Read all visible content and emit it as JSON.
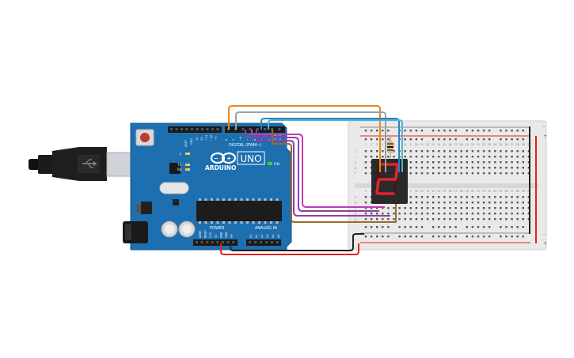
{
  "board": {
    "brand": "ARDUINO",
    "model": "UNO",
    "on_label": "ON",
    "tx_label": "TX",
    "rx_label": "RX",
    "l_label": "L",
    "digital_label": "DIGITAL (PWM~)",
    "power_label": "POWER",
    "analog_label": "ANALOG IN",
    "aref_label": "AREF",
    "gnd_label": "GND",
    "digital_pins": [
      "13",
      "12",
      "~11",
      "~10",
      "~9",
      "8",
      "7",
      "~6",
      "~5",
      "4",
      "~3",
      "2",
      "TX 1",
      "RX 0"
    ],
    "power_pins": [
      "IOREF",
      "RESET",
      "3.3V",
      "5V",
      "GND",
      "GND",
      "Vin"
    ],
    "analog_pins": [
      "A0",
      "A1",
      "A2",
      "A3",
      "A4",
      "A5"
    ]
  },
  "breadboard": {
    "row_letters_top": [
      "j",
      "i",
      "h",
      "g",
      "f"
    ],
    "row_letters_bottom": [
      "e",
      "d",
      "c",
      "b",
      "a"
    ],
    "column_numbers": [
      "1",
      "2",
      "3",
      "4",
      "5",
      "6",
      "7",
      "8",
      "9",
      "10",
      "11",
      "12",
      "13",
      "14",
      "15",
      "16",
      "17",
      "18",
      "19",
      "20",
      "21",
      "22",
      "23",
      "24",
      "25",
      "26",
      "27",
      "28",
      "29",
      "30"
    ],
    "rail_plus": "+",
    "rail_minus": "-"
  },
  "display": {
    "digit": "2",
    "segment_on_color": "#e8232a",
    "segment_off_color": "#4a1416"
  },
  "wires": [
    {
      "name": "wire-orange",
      "color": "#e88a1a"
    },
    {
      "name": "wire-gray",
      "color": "#9aa0a6"
    },
    {
      "name": "wire-blue",
      "color": "#2f7fc1"
    },
    {
      "name": "wire-cyan",
      "color": "#47b8d6"
    },
    {
      "name": "wire-purple",
      "color": "#8e3fa3"
    },
    {
      "name": "wire-magenta",
      "color": "#c23ab0"
    },
    {
      "name": "wire-brown",
      "color": "#9b6b2c"
    },
    {
      "name": "wire-red",
      "color": "#e2231a"
    },
    {
      "name": "wire-black",
      "color": "#222222"
    }
  ]
}
